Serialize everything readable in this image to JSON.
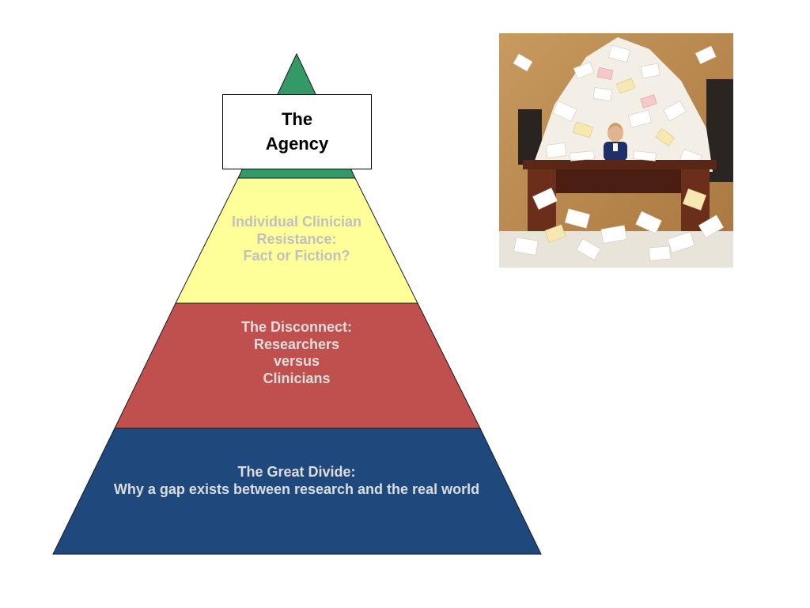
{
  "colors": {
    "apex": "#339966",
    "tier1": "#FFFF99",
    "tier2": "#C0504D",
    "tier3": "#1F497D",
    "text_light": "#C0C0C0",
    "text_dark": "#000000",
    "outline": "#1a1a1a"
  },
  "pyramid": {
    "apex": {
      "lines": [
        "The",
        "Agency"
      ]
    },
    "tiers": [
      {
        "lines": [
          "Individual Clinician",
          "Resistance:",
          "Fact or Fiction?"
        ]
      },
      {
        "lines": [
          "The Disconnect:",
          "Researchers",
          "versus",
          "Clinicians"
        ]
      },
      {
        "lines": [
          "The Great Divide:",
          "Why a gap exists between research and the real world"
        ]
      }
    ]
  },
  "photo": {
    "icon": "paperwork-desk-photo"
  }
}
